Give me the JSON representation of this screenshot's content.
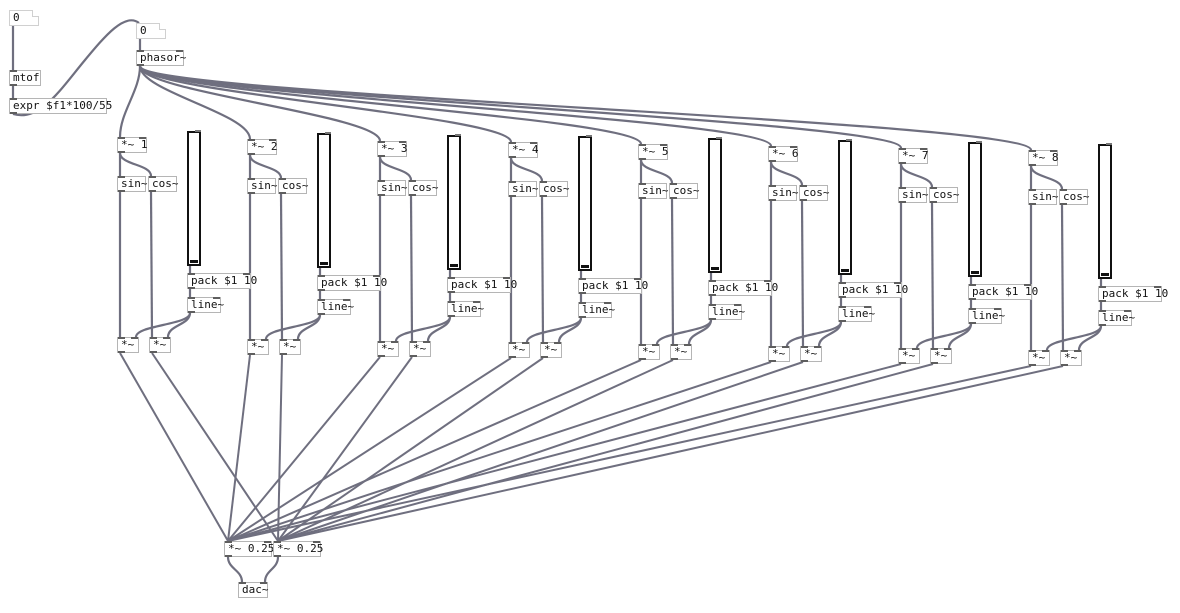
{
  "objects": {
    "numbox_left": "0",
    "numbox_phasor": "0",
    "mtof": "mtof",
    "expr": "expr $f1*100/55",
    "phasor": "phasor~",
    "output_left": "*~ 0.25",
    "output_right": "*~ 0.25",
    "dac": "dac~"
  },
  "voices": [
    {
      "mult": "*~ 1",
      "sin": "sin~",
      "cos": "cos~",
      "pack": "pack $1 10",
      "line": "line~",
      "out_a": "*~",
      "out_b": "*~"
    },
    {
      "mult": "*~ 2",
      "sin": "sin~",
      "cos": "cos~",
      "pack": "pack $1 10",
      "line": "line~",
      "out_a": "*~",
      "out_b": "*~"
    },
    {
      "mult": "*~ 3",
      "sin": "sin~",
      "cos": "cos~",
      "pack": "pack $1 10",
      "line": "line~",
      "out_a": "*~",
      "out_b": "*~"
    },
    {
      "mult": "*~ 4",
      "sin": "sin~",
      "cos": "cos~",
      "pack": "pack $1 10",
      "line": "line~",
      "out_a": "*~",
      "out_b": "*~"
    },
    {
      "mult": "*~ 5",
      "sin": "sin~",
      "cos": "cos~",
      "pack": "pack $1 10",
      "line": "line~",
      "out_a": "*~",
      "out_b": "*~"
    },
    {
      "mult": "*~ 6",
      "sin": "sin~",
      "cos": "cos~",
      "pack": "pack $1 10",
      "line": "line~",
      "out_a": "*~",
      "out_b": "*~"
    },
    {
      "mult": "*~ 7",
      "sin": "sin~",
      "cos": "cos~",
      "pack": "pack $1 10",
      "line": "line~",
      "out_a": "*~",
      "out_b": "*~"
    },
    {
      "mult": "*~ 8",
      "sin": "sin~",
      "cos": "cos~",
      "pack": "pack $1 10",
      "line": "line~",
      "out_a": "*~",
      "out_b": "*~"
    }
  ],
  "colors": {
    "wire": "#6f6f7f",
    "box_border": "#b5b5b5",
    "port": "#5e5e5e"
  }
}
